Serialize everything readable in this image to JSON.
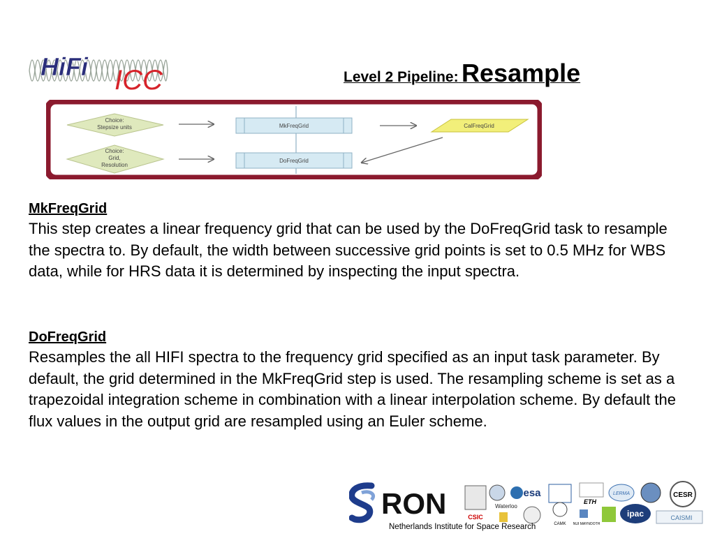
{
  "logo": {
    "hifi": "HiFi",
    "icc": "ICC"
  },
  "title": {
    "prefix": "Level 2 Pipeline:",
    "main": "Resample"
  },
  "diagram": {
    "choice1": [
      "Choice:",
      "Stepsize units"
    ],
    "choice2": [
      "Choice:",
      "Grid,",
      "Resolution"
    ],
    "task1": "MkFreqGrid",
    "task2": "DoFreqGrid",
    "output": "CalFreqGrid",
    "colors": {
      "frame": "#8b1a2e",
      "choice": "#dfe9bd",
      "task": "#d6eaf3",
      "output": "#f2ef7a"
    }
  },
  "sections": [
    {
      "heading": "MkFreqGrid",
      "body": "This step creates a linear frequency grid that can be used by the DoFreqGrid task to resample the spectra to. By default, the width between successive grid points is set to 0.5 MHz for WBS data, while for HRS data it is determined by inspecting the input spectra."
    },
    {
      "heading": "DoFreqGrid",
      "body": "Resamples the all HIFI spectra to the frequency grid specified as an input task parameter. By default, the grid determined in the MkFreqGrid step is used. The resampling scheme is set as a trapezoidal integration scheme in combination with a linear interpolation scheme. By default the flux values in the output grid are resampled using an Euler scheme."
    }
  ],
  "footer": {
    "sron": "RON",
    "sron_sub": "Netherlands Institute for Space Research",
    "partners": [
      "CSIC",
      "Waterloo",
      "esa",
      "ETH",
      "ipac",
      "CESR",
      "LERMA",
      "CAISMI",
      "CAMK",
      "NUI MAYNOOTH"
    ]
  }
}
